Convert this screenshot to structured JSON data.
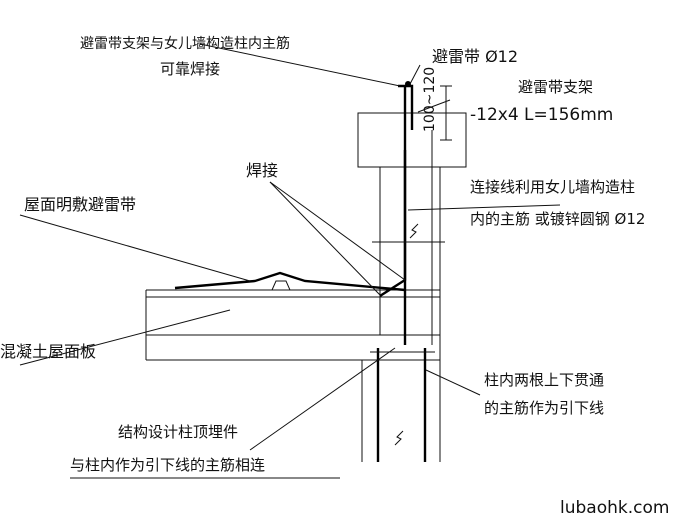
{
  "labels": {
    "top_cut_line1": "避雷带支架与女儿墙构造柱内主筋",
    "top_cut_line2": "可靠焊接",
    "lightning_strip": "避雷带  Ø12",
    "dim_vertical": "100~120",
    "support_title": "避雷带支架",
    "support_spec": "-12x4   L=156mm",
    "weld": "焊接",
    "roof_strip": "屋面明敷避雷带",
    "connector_line1": "连接线利用女儿墙构造柱",
    "connector_line2": "内的主筋  或镀锌圆钢   Ø12",
    "roof_slab": "混凝土屋面板",
    "column_rebar_line1": "柱内两根上下贯通",
    "column_rebar_line2": "的主筋作为引下线",
    "embed_line1": "结构设计柱顶埋件",
    "embed_line2": "与柱内作为引下线的主筋相连",
    "watermark": "lubaohk.com"
  }
}
